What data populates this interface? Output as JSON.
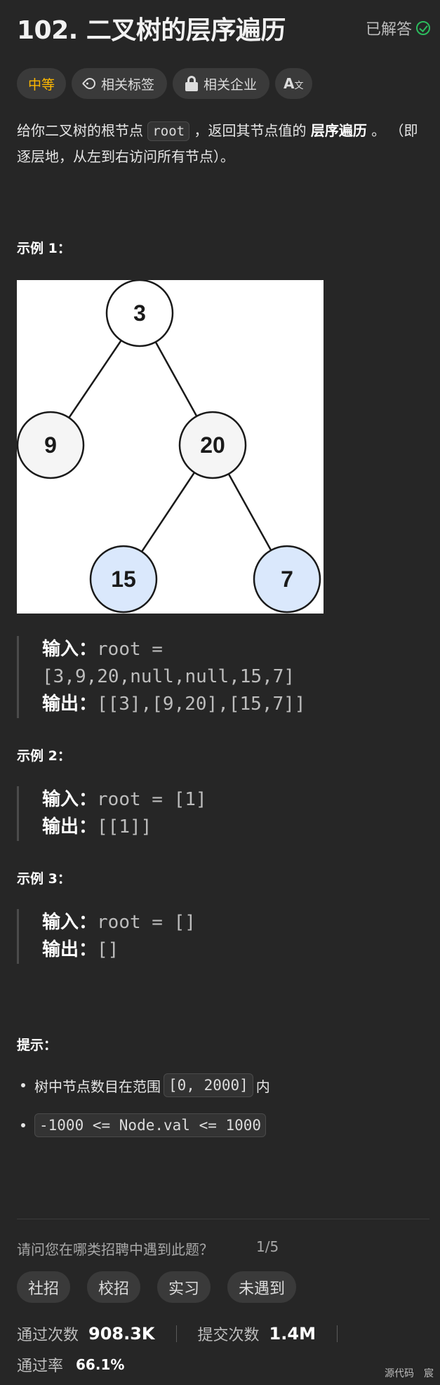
{
  "header": {
    "title": "102. 二叉树的层序遍历",
    "solved_label": "已解答"
  },
  "tags": {
    "difficulty": "中等",
    "related_tags": "相关标签",
    "related_companies": "相关企业",
    "translate": "A",
    "translate_sub": "文"
  },
  "description": {
    "part1": "给你二叉树的根节点 ",
    "code": "root",
    "part2": " ，返回其节点值的 ",
    "bold": "层序遍历",
    "part3": " 。 （即逐层地，从左到右访问所有节点）。"
  },
  "examples": [
    {
      "label": "示例 1：",
      "input_key": "输入：",
      "input_line1": "root =",
      "input_line2": "[3,9,20,null,null,15,7]",
      "output_key": "输出：",
      "output_value": "[[3],[9,20],[15,7]]"
    },
    {
      "label": "示例 2：",
      "input_key": "输入：",
      "input_value": "root = [1]",
      "output_key": "输出：",
      "output_value": "[[1]]"
    },
    {
      "label": "示例 3：",
      "input_key": "输入：",
      "input_value": "root = []",
      "output_key": "输出：",
      "output_value": "[]"
    }
  ],
  "tree": {
    "root": "3",
    "left": "9",
    "right": "20",
    "right_left": "15",
    "right_right": "7"
  },
  "hints": {
    "label": "提示：",
    "item1_pre": "树中节点数目在范围 ",
    "item1_code": "[0, 2000]",
    "item1_post": " 内",
    "item2_code": "-1000 <= Node.val <= 1000"
  },
  "survey": {
    "question": "请问您在哪类招聘中遇到此题？",
    "page": "1/5",
    "options": [
      "社招",
      "校招",
      "实习",
      "未遇到"
    ]
  },
  "stats": {
    "accepted_label": "通过次数",
    "accepted_value": "908.3K",
    "submissions_label": "提交次数",
    "submissions_value": "1.4M",
    "rate_label": "通过率",
    "rate_value": "66.1%"
  },
  "footer": {
    "text": "源代码　宸"
  },
  "colors": {
    "background": "#262626",
    "difficulty": "#ffb800",
    "solved_check": "#2cbb5d",
    "leaf_node_fill": "#dae8fc",
    "node_fill": "#f5f5f5"
  },
  "icons": {
    "solved": "check-circle-icon",
    "tag": "tag-icon",
    "lock": "lock-icon",
    "translate": "translate-icon"
  }
}
